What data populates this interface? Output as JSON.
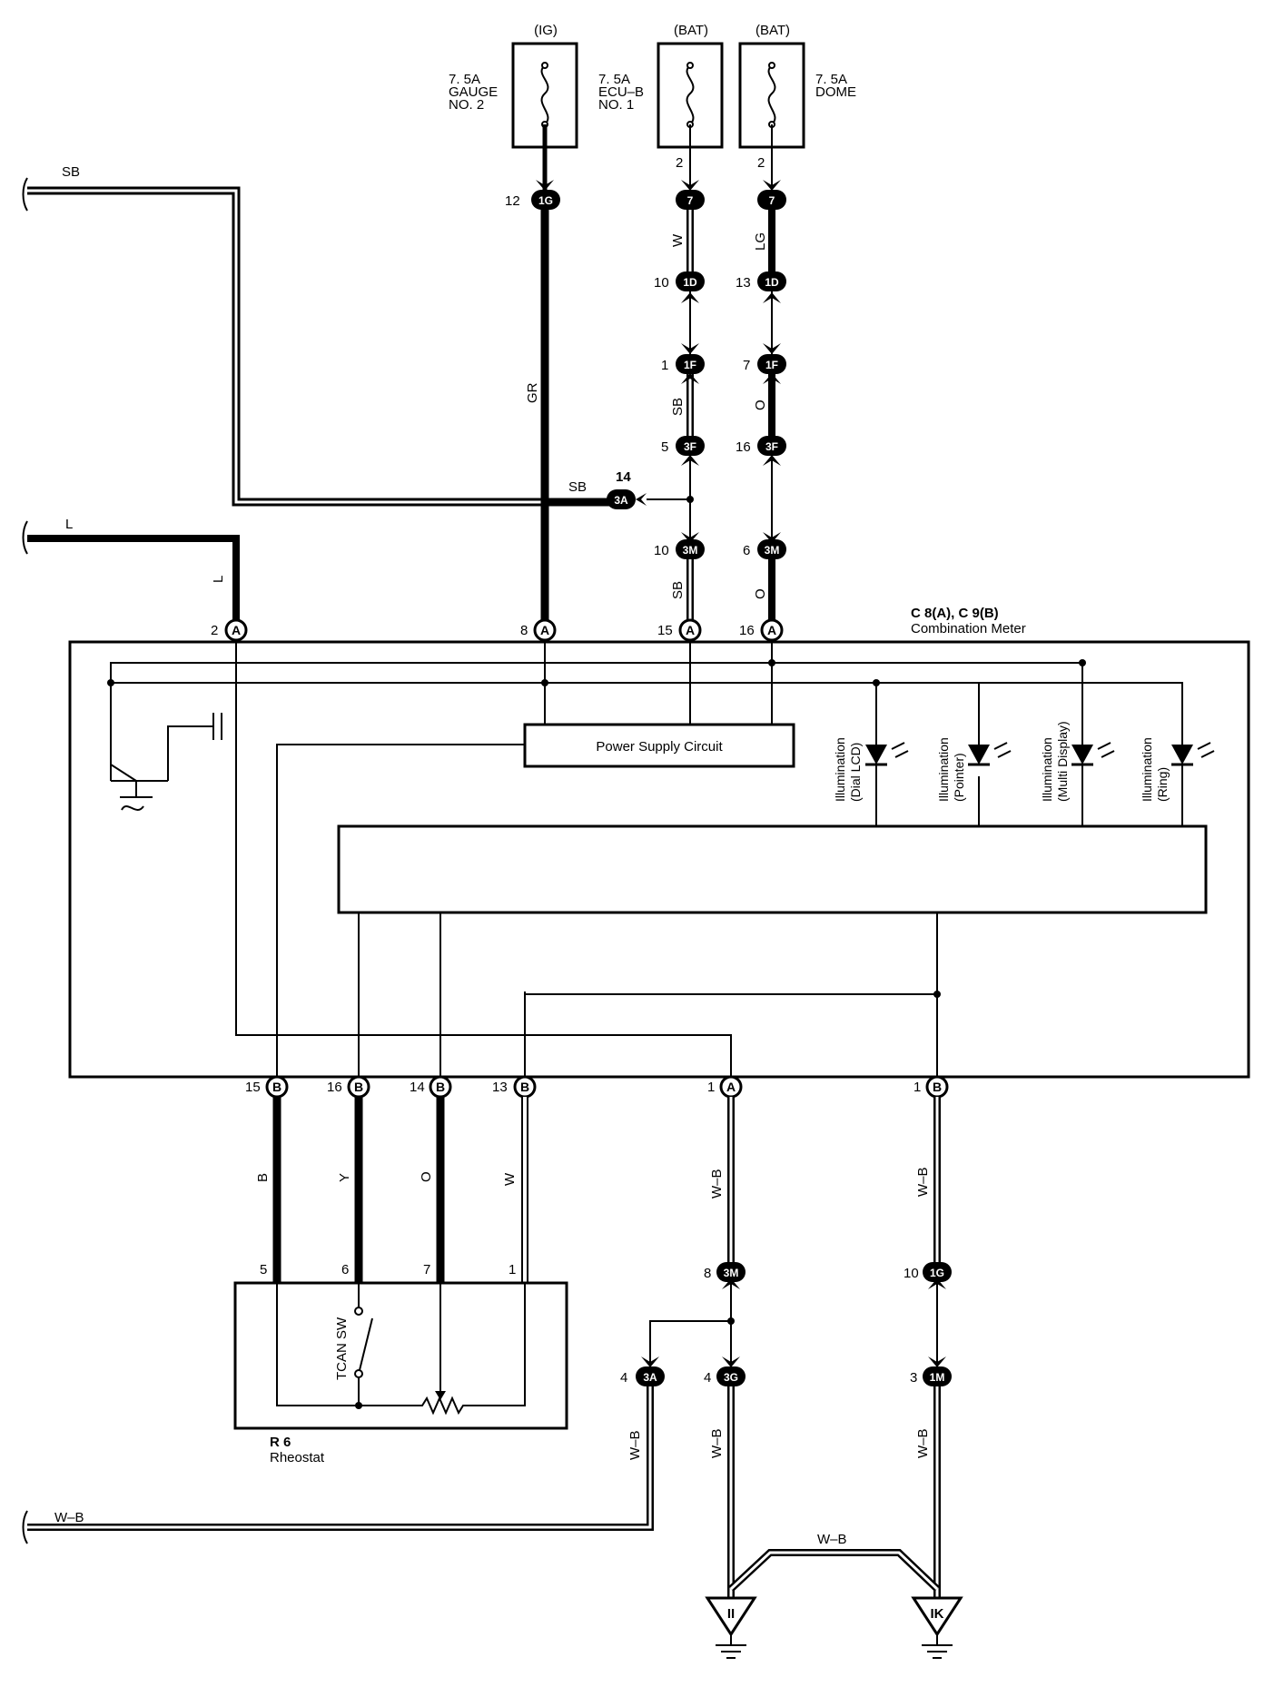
{
  "fuses": [
    {
      "supply": "(IG)",
      "rating": "7. 5A",
      "name1": "GAUGE",
      "name2": "NO. 2"
    },
    {
      "supply": "(BAT)",
      "rating": "7. 5A",
      "name1": "ECU–B",
      "name2": "NO. 1"
    },
    {
      "supply": "(BAT)",
      "rating": "7. 5A",
      "name1": "DOME",
      "name2": ""
    }
  ],
  "left_inputs": {
    "sb": "SB",
    "l": "L",
    "wb": "W–B"
  },
  "wire_colors": {
    "gr": "GR",
    "w_ecub": "W",
    "sb_upper": "SB",
    "sb_lower": "SB",
    "sb_branch": "SB",
    "lg": "LG",
    "o_upper": "O",
    "o_lower": "O",
    "l_vert": "L",
    "b": "B",
    "y": "Y",
    "o_rheo": "O",
    "w_rheo": "W",
    "wb_a1": "W–B",
    "wb_b1": "W–B",
    "wb_3a": "W–B",
    "wb_3g": "W–B",
    "wb_1m": "W–B",
    "wb_link": "W–B"
  },
  "connectors": [
    {
      "pin": "12",
      "label": "1G"
    },
    {
      "pin": "2",
      "label": "7"
    },
    {
      "pin": "2",
      "label": "7"
    },
    {
      "pin": "10",
      "label": "1D"
    },
    {
      "pin": "13",
      "label": "1D"
    },
    {
      "pin": "1",
      "label": "1F"
    },
    {
      "pin": "7",
      "label": "1F"
    },
    {
      "pin": "5",
      "label": "3F"
    },
    {
      "pin": "16",
      "label": "3F"
    },
    {
      "pin": "14",
      "label": "3A"
    },
    {
      "pin": "10",
      "label": "3M"
    },
    {
      "pin": "6",
      "label": "3M"
    },
    {
      "pin": "2",
      "label": "A"
    },
    {
      "pin": "8",
      "label": "A"
    },
    {
      "pin": "15",
      "label": "A"
    },
    {
      "pin": "16",
      "label": "A"
    },
    {
      "pin": "15",
      "label": "B"
    },
    {
      "pin": "16",
      "label": "B"
    },
    {
      "pin": "14",
      "label": "B"
    },
    {
      "pin": "13",
      "label": "B"
    },
    {
      "pin": "1",
      "label": "A"
    },
    {
      "pin": "1",
      "label": "B"
    },
    {
      "pin": "8",
      "label": "3M"
    },
    {
      "pin": "10",
      "label": "1G"
    },
    {
      "pin": "4",
      "label": "3A"
    },
    {
      "pin": "4",
      "label": "3G"
    },
    {
      "pin": "3",
      "label": "1M"
    }
  ],
  "meter": {
    "id": "C 8(A), C 9(B)",
    "name": "Combination Meter",
    "power_supply": "Power Supply Circuit"
  },
  "illuminations": [
    {
      "line1": "Illumination",
      "line2": "(Dial LCD)"
    },
    {
      "line1": "Illumination",
      "line2": "(Pointer)"
    },
    {
      "line1": "Illumination",
      "line2": "(Multi Display)"
    },
    {
      "line1": "Illumination",
      "line2": "(Ring)"
    }
  ],
  "rheostat": {
    "id": "R 6",
    "name": "Rheostat",
    "switch": "TCAN SW",
    "pins": [
      "5",
      "6",
      "7",
      "1"
    ]
  },
  "grounds": [
    "II",
    "IK"
  ]
}
